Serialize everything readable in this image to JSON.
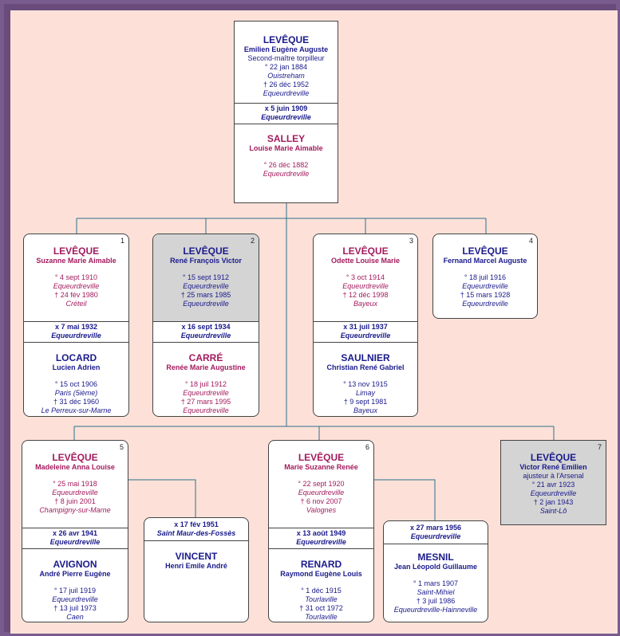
{
  "root": {
    "surname": "LEVÊQUE",
    "firstnames": "Emilien Eugène Auguste",
    "occupation": "Second-maître torpilleur",
    "birth": "° 22 jan 1884",
    "birth_place": "Ouistreham",
    "death": "† 26 déc 1952",
    "death_place": "Equeurdreville",
    "marriage": "x 5 juin 1909",
    "marriage_place": "Equeurdreville",
    "spouse": {
      "surname": "SALLEY",
      "firstnames": "Louise Marie Aimable",
      "birth": "° 26 déc 1882",
      "birth_place": "Equeurdreville"
    }
  },
  "children": [
    {
      "num": "1",
      "surname": "LEVÊQUE",
      "firstnames": "Suzanne Marie Aimable",
      "birth": "° 4 sept 1910",
      "birth_place": "Equeurdreville",
      "death": "† 24 fév 1980",
      "death_place": "Créteil",
      "marriage": "x 7 mai 1932",
      "marriage_place": "Equeurdreville",
      "spouse": {
        "surname": "LOCARD",
        "firstnames": "Lucien Adrien",
        "birth": "° 15 oct 1906",
        "birth_place": "Paris (5ième)",
        "death": "† 31 déc 1960",
        "death_place": "Le Perreux-sur-Marne"
      }
    },
    {
      "num": "2",
      "surname": "LEVÊQUE",
      "firstnames": "René François Victor",
      "birth": "° 15 sept 1912",
      "birth_place": "Equeurdreville",
      "death": "† 25 mars 1985",
      "death_place": "Equeurdreville",
      "marriage": "x 16 sept 1934",
      "marriage_place": "Equeurdreville",
      "spouse": {
        "surname": "CARRÉ",
        "firstnames": "Renée Marie Augustine",
        "birth": "° 18 juil 1912",
        "birth_place": "Equeurdreville",
        "death": "† 27 mars 1995",
        "death_place": "Equeurdreville"
      }
    },
    {
      "num": "3",
      "surname": "LEVÊQUE",
      "firstnames": "Odette Louise Marie",
      "birth": "° 3 oct 1914",
      "birth_place": "Equeurdreville",
      "death": "† 12 déc 1998",
      "death_place": "Bayeux",
      "marriage": "x 31 juil 1937",
      "marriage_place": "Equeurdreville",
      "spouse": {
        "surname": "SAULNIER",
        "firstnames": "Christian René Gabriel",
        "birth": "° 13 nov 1915",
        "birth_place": "Limay",
        "death": "† 9 sept 1981",
        "death_place": "Bayeux"
      }
    },
    {
      "num": "4",
      "surname": "LEVÊQUE",
      "firstnames": "Fernand Marcel Auguste",
      "birth": "° 18 juil 1916",
      "birth_place": "Equeurdreville",
      "death": "† 15 mars 1928",
      "death_place": "Equeurdreville"
    },
    {
      "num": "5",
      "surname": "LEVÊQUE",
      "firstnames": "Madeleine Anna Louise",
      "birth": "° 25 mai 1918",
      "birth_place": "Equeurdreville",
      "death": "† 8 juin 2001",
      "death_place": "Champigny-sur-Marne",
      "marriage": "x 26 avr 1941",
      "marriage_place": "Equeurdreville",
      "spouse": {
        "surname": "AVIGNON",
        "firstnames": "André Pierre Eugène",
        "birth": "° 17 juil 1919",
        "birth_place": "Equeurdreville",
        "death": "† 13 juil 1973",
        "death_place": "Caen"
      },
      "marriage2": "x 17 fév 1951",
      "marriage2_place": "Saint Maur-des-Fossès",
      "spouse2": {
        "surname": "VINCENT",
        "firstnames": "Henri Emile André"
      }
    },
    {
      "num": "6",
      "surname": "LEVÊQUE",
      "firstnames": "Marie Suzanne Renée",
      "birth": "° 22 sept 1920",
      "birth_place": "Equeurdreville",
      "death": "† 6 nov 2007",
      "death_place": "Valognes",
      "marriage": "x 13 août 1949",
      "marriage_place": "Equeurdreville",
      "spouse": {
        "surname": "RENARD",
        "firstnames": "Raymond Eugène Louis",
        "birth": "° 1 déc 1915",
        "birth_place": "Tourlaville",
        "death": "† 31 oct 1972",
        "death_place": "Tourlaville"
      },
      "marriage2": "x 27 mars 1956",
      "marriage2_place": "Equeurdreville",
      "spouse2": {
        "surname": "MESNIL",
        "firstnames": "Jean Léopold Guillaume",
        "birth": "° 1 mars 1907",
        "birth_place": "Saint-Mihiel",
        "death": "† 3 juil 1986",
        "death_place": "Equeurdreville-Hainneville"
      }
    },
    {
      "num": "7",
      "surname": "LEVÊQUE",
      "firstnames": "Victor René Emilien",
      "occupation": "ajusteur à l'Arsenal",
      "birth": "° 21 avr 1923",
      "birth_place": "Equeurdreville",
      "death": "† 2 jan 1943",
      "death_place": "Saint-Lô"
    }
  ],
  "colors": {
    "background": "#fde1d8",
    "frame": "#6a4b7c",
    "male": "#1a1a8c",
    "female": "#a31b5e",
    "line": "#2a6f8a"
  }
}
